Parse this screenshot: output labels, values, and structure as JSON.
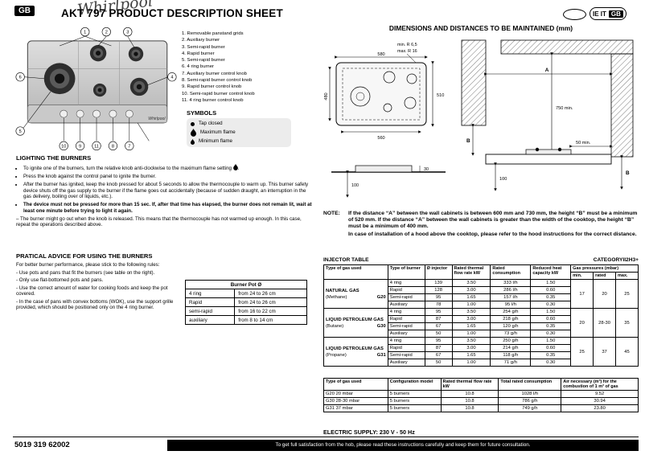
{
  "header": {
    "country": "GB",
    "title": "AKT 797 PRODUCT DESCRIPTION SHEET",
    "brand_script": "Whirlpool",
    "flags": "IE IT",
    "flag_gb": "GB"
  },
  "figure": {
    "brand": "Whirlpool",
    "callouts": [
      "1",
      "2",
      "3",
      "4",
      "5",
      "6",
      "7",
      "8",
      "9",
      "10",
      "11"
    ]
  },
  "legend": {
    "items": [
      "1. Removable panstand grids",
      "2. Auxiliary burner",
      "3. Semi-rapid burner",
      "4. Rapid burner",
      "5. Semi-rapid burner",
      "6. 4 ring burner",
      "7. Auxiliary burner control knob",
      "8. Semi-rapid burner control knob",
      "9. Rapid burner control knob",
      "10. Semi-rapid burner control knob",
      "11. 4 ring burner control knob"
    ]
  },
  "symbols": {
    "title": "SYMBOLS",
    "tap": "Tap closed",
    "max": "Maximum flame",
    "min": "Minimum flame"
  },
  "lighting": {
    "title": "LIGHTING THE BURNERS",
    "b1": "To ignite one of the burners, turn the relative knob anti-clockwise to the maximum flame setting",
    "b1_end": ".",
    "b2": "Press the knob against the control panel to ignite the burner.",
    "b3": "After the burner has ignited, keep the knob pressed for about 5 seconds to allow the thermocouple to warm up. This burner safety device shuts off the gas supply to the burner if the flame goes out accidentally (because of sudden draught, an interruption in the gas delivery, boiling over of liquids, etc.).",
    "b4": "The device must not be pressed for more than 15 sec. If, after that time has elapsed, the burner does not remain lit, wait at least one minute before trying to light it again.",
    "note": "– The burner might go out when the knob is released. This means that the thermocouple has not warmed up enough. In this case, repeat the operations described above."
  },
  "practical": {
    "title": "PRATICAL ADVICE FOR USING THE BURNERS",
    "intro": "For better burner performance, please stick to the following rules:",
    "items": [
      "- Use pots and pans that fit the burners (see table on the right).",
      "- Only use flat-bottomed pots and pans.",
      "- Use the correct amount of water for cooking foods and keep the pot covered.",
      "- In the case of pans with convex bottoms (WOK), use the support grille provided, which should be positioned only on the 4 ring burner."
    ]
  },
  "pot": {
    "header": "Burner Pot Ø",
    "rows": [
      [
        "4 ring",
        "from 24 to 26 cm"
      ],
      [
        "Rapid",
        "from 24 to 26 cm"
      ],
      [
        "semi-rapid",
        "from 16 to 22 cm"
      ],
      [
        "auxiliary",
        "from 8 to 14 cm"
      ]
    ]
  },
  "dims": {
    "title": "DIMENSIONS AND DISTANCES TO BE MAINTAINED (mm)",
    "labels": {
      "w": "580",
      "d": "510",
      "cw": "560",
      "cd": "480",
      "rmin": "min. R 6,5",
      "rmax": "max. R 16",
      "a": "A",
      "b": "B",
      "top": "750 min.",
      "side": "50 min.",
      "h100": "100",
      "d30": "30"
    }
  },
  "note": {
    "label": "NOTE:",
    "p1": "If the distance “A” between the wall cabinets is between 600 mm and 730 mm, the height “B” must be a minimum of 520 mm. If the distance “A” between the wall cabinets is greater than the width of the cooktop, the height “B” must be a minimum of 400 mm.",
    "p2": "In case of installation of a hood above the cooktop, please refer to the hood instructions for the correct distance."
  },
  "inj": {
    "title": "INJECTOR TABLE",
    "category": "CATEGORYII2H3+",
    "h": [
      "Type of gas used",
      "Type of burner",
      "Ø injector",
      "Rated thermal flow rate kW",
      "Rated consumption",
      "Reduced heat capacity kW",
      "Gas pressures (mbar)"
    ],
    "sub": [
      "min.",
      "rated",
      "max."
    ],
    "groups": [
      {
        "gas": "NATURAL GAS",
        "kind": "(Methane)",
        "code": "G20",
        "rows": [
          [
            "4 ring",
            "139",
            "3.50",
            "333 l/h",
            "1.50"
          ],
          [
            "Rapid",
            "128",
            "3.00",
            "286 l/h",
            "0.60"
          ],
          [
            "Semi-rapid",
            "95",
            "1.65",
            "157 l/h",
            "0.35"
          ],
          [
            "Auxiliary",
            "78",
            "1.00",
            "95 l/h",
            "0.30"
          ]
        ],
        "p": [
          "17",
          "20",
          "25"
        ]
      },
      {
        "gas": "LIQUID PETROLEUM GAS",
        "kind": "(Butane)",
        "code": "G30",
        "rows": [
          [
            "4 ring",
            "95",
            "3.50",
            "254 g/h",
            "1.50"
          ],
          [
            "Rapid",
            "87",
            "3.00",
            "218 g/h",
            "0.60"
          ],
          [
            "Semi-rapid",
            "67",
            "1.65",
            "120 g/h",
            "0.35"
          ],
          [
            "Auxiliary",
            "50",
            "1.00",
            "73 g/h",
            "0.30"
          ]
        ],
        "p": [
          "20",
          "28-30",
          "35"
        ]
      },
      {
        "gas": "LIQUID PETROLEUM GAS",
        "kind": "(Propane)",
        "code": "G31",
        "rows": [
          [
            "4 ring",
            "95",
            "3.50",
            "250 g/h",
            "1.50"
          ],
          [
            "Rapid",
            "87",
            "3.00",
            "214 g/h",
            "0.60"
          ],
          [
            "Semi-rapid",
            "67",
            "1.65",
            "118 g/h",
            "0.35"
          ],
          [
            "Auxiliary",
            "50",
            "1.00",
            "71 g/h",
            "0.30"
          ]
        ],
        "p": [
          "25",
          "37",
          "45"
        ]
      }
    ]
  },
  "sup": {
    "h": [
      "Type of gas used",
      "Configuration model",
      "Rated thermal flow rate kW",
      "Total rated consumption",
      "Air necessary (m³) for the combustion of 1 m³ of gas"
    ],
    "rows": [
      [
        "G20 20 mbar",
        "5 burners",
        "10.8",
        "1028 l/h",
        "9.52"
      ],
      [
        "G30 28-30 mbar",
        "5 burners",
        "10.8",
        "786 g/h",
        "30.94"
      ],
      [
        "G31 37 mbar",
        "5 burners",
        "10.8",
        "749 g/h",
        "23.80"
      ]
    ]
  },
  "electric": "ELECTRIC SUPPLY: 230 V - 50 Hz",
  "footer": {
    "code": "5019 319 62002",
    "notice": "To get full satisfaction from the hob, please read these instructions carefully and keep them for future consultation."
  }
}
